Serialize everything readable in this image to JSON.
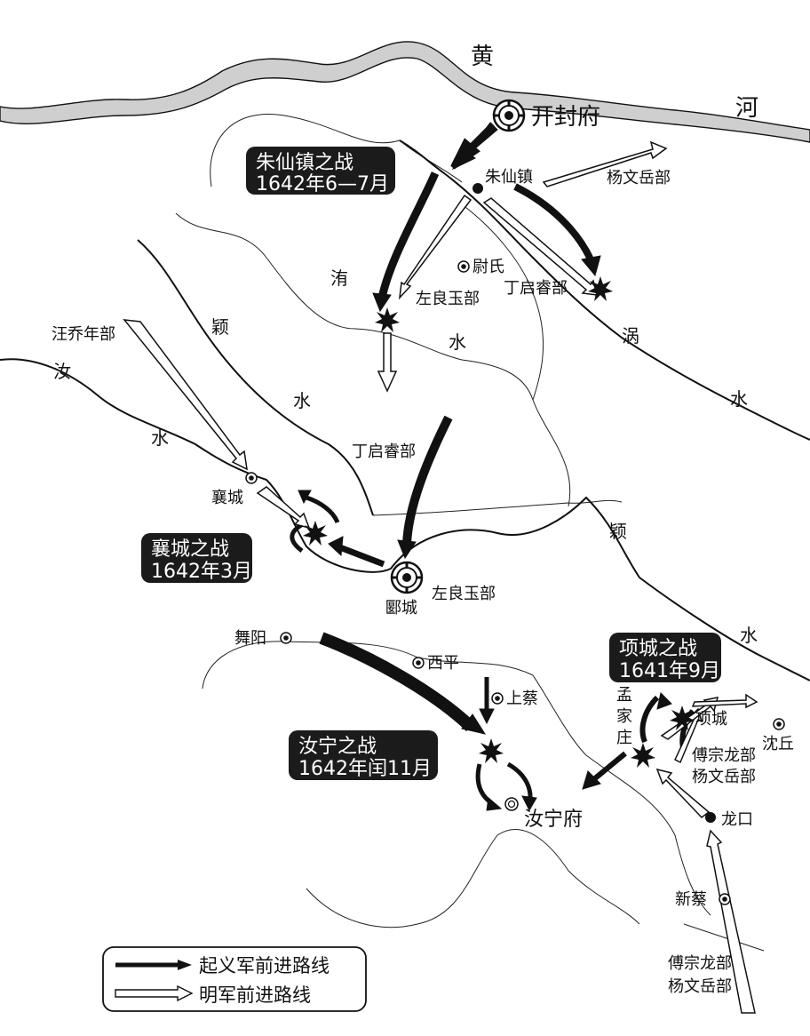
{
  "rivers": {
    "huang": [
      "黄",
      "河"
    ],
    "wo": [
      "涡",
      "水"
    ],
    "ying": [
      "颖",
      "水"
    ],
    "ru": [
      "汝",
      "水"
    ],
    "wei": [
      "洧",
      "水"
    ],
    "ying2": [
      "颖",
      "水"
    ]
  },
  "places": {
    "kaifeng": "开封府",
    "zhuxianzhen": "朱仙镇",
    "weishi": "尉氏",
    "xiangcheng_w": "襄城",
    "yancheng": "郾城",
    "wuyang": "舞阳",
    "xiping": "西平",
    "shangcai": "上蔡",
    "runingfu": "汝宁府",
    "xiangcheng_e": "项城",
    "mengjiazhuang": [
      "孟",
      "家",
      "庄"
    ],
    "shenqiu": "沈丘",
    "longkou": "龙口",
    "xincai": "新蔡"
  },
  "units": {
    "yangwenyue_top": "杨文岳部",
    "zuoliangyu_top": "左良玉部",
    "dingqirui_top": "丁启睿部",
    "wangqiaonian": "汪乔年部",
    "dingqirui_mid": "丁启睿部",
    "zuoliangyu_mid": "左良玉部",
    "fuzonglong_yang_mid": [
      "傅宗龙部",
      "杨文岳部"
    ],
    "fuzonglong_yang_bottom": [
      "傅宗龙部",
      "杨文岳部"
    ]
  },
  "battles": {
    "zhuxianzhen": [
      "朱仙镇之战",
      "1642年6—7月"
    ],
    "xiangcheng": [
      "襄城之战",
      "1642年3月"
    ],
    "runing": [
      "汝宁之战",
      "1642年闰11月"
    ],
    "xiangcheng_e": [
      "项城之战",
      "1641年9月"
    ]
  },
  "legend": {
    "rebel": "起义军前进路线",
    "ming": "明军前进路线"
  }
}
